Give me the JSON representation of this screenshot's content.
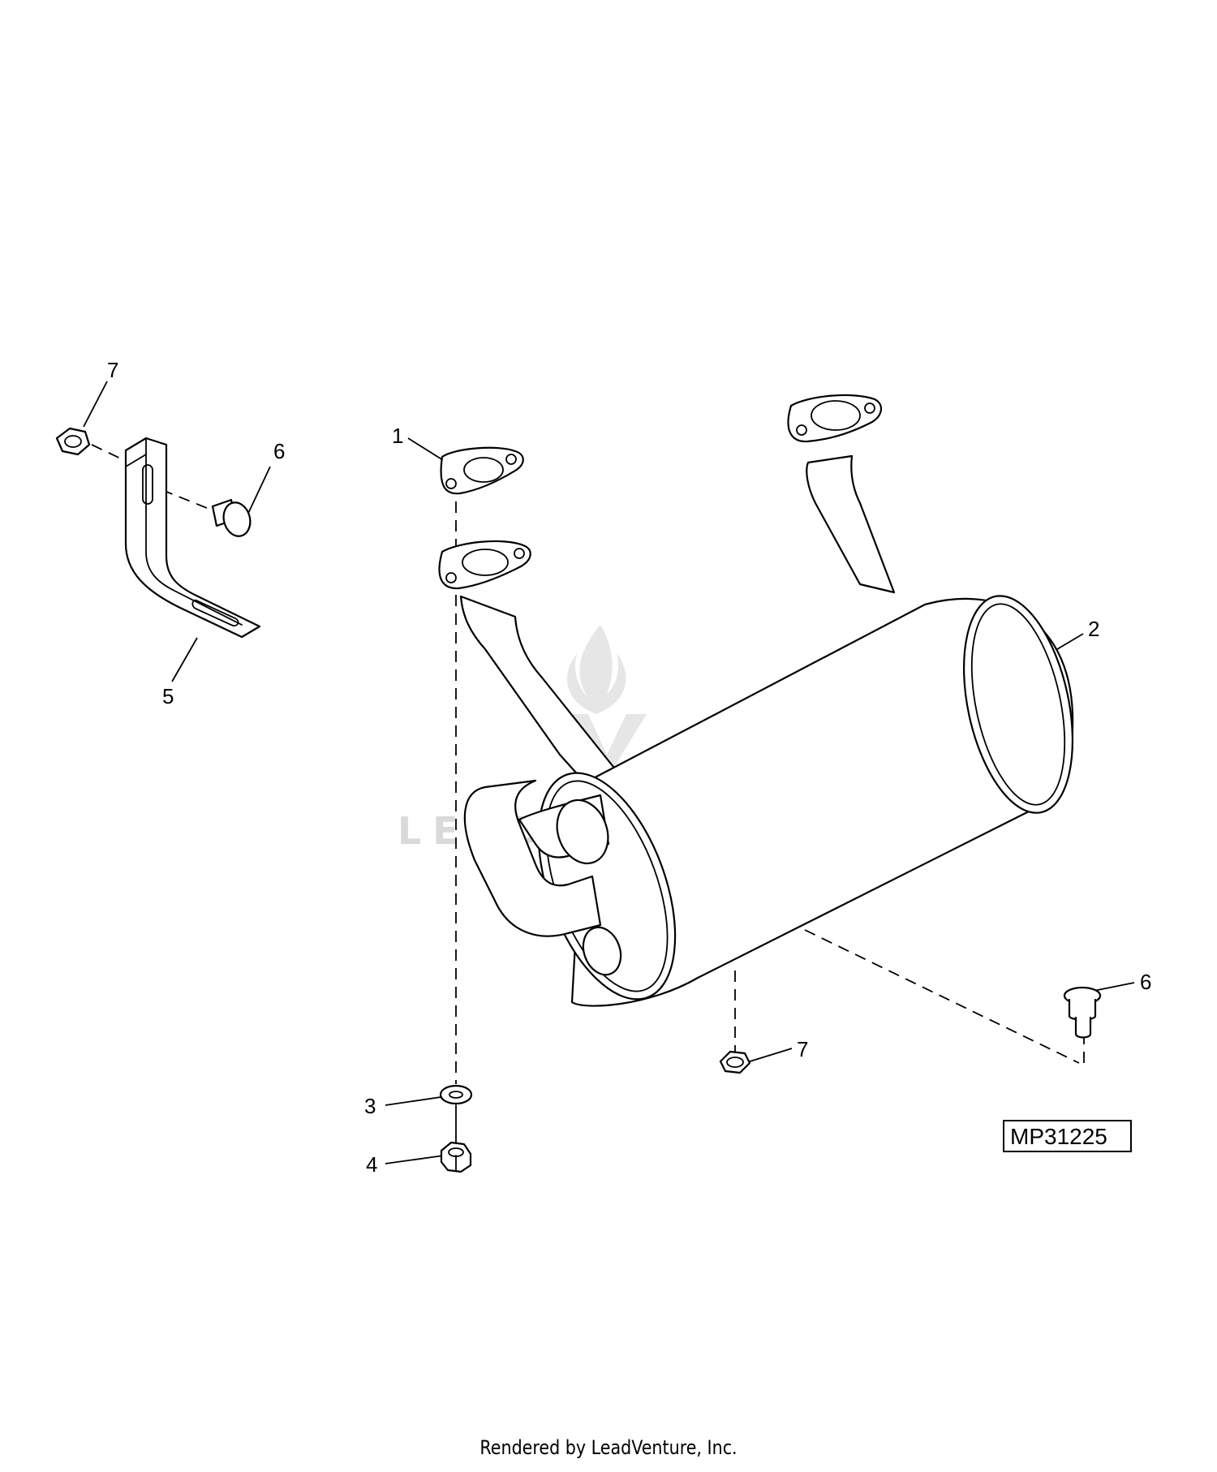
{
  "diagram": {
    "figure_id": "MP31225",
    "watermark": "LEADVENTURE",
    "credit": "Rendered by LeadVenture, Inc."
  },
  "callouts": {
    "c1": "1",
    "c2": "2",
    "c3": "3",
    "c4": "4",
    "c5": "5",
    "c6_bracket": "6",
    "c6_right": "6",
    "c7_bracket": "7",
    "c7_right": "7"
  },
  "icons": {
    "muffler": "muffler-icon",
    "gasket": "gasket-icon",
    "bracket": "bracket-icon",
    "bolt": "carriage-bolt-icon",
    "flange_nut": "flange-nut-icon",
    "washer": "lock-washer-icon",
    "nut": "hex-nut-icon"
  },
  "colors": {
    "line": "#000000",
    "background": "#ffffff",
    "watermark": "#d9d9d9"
  }
}
